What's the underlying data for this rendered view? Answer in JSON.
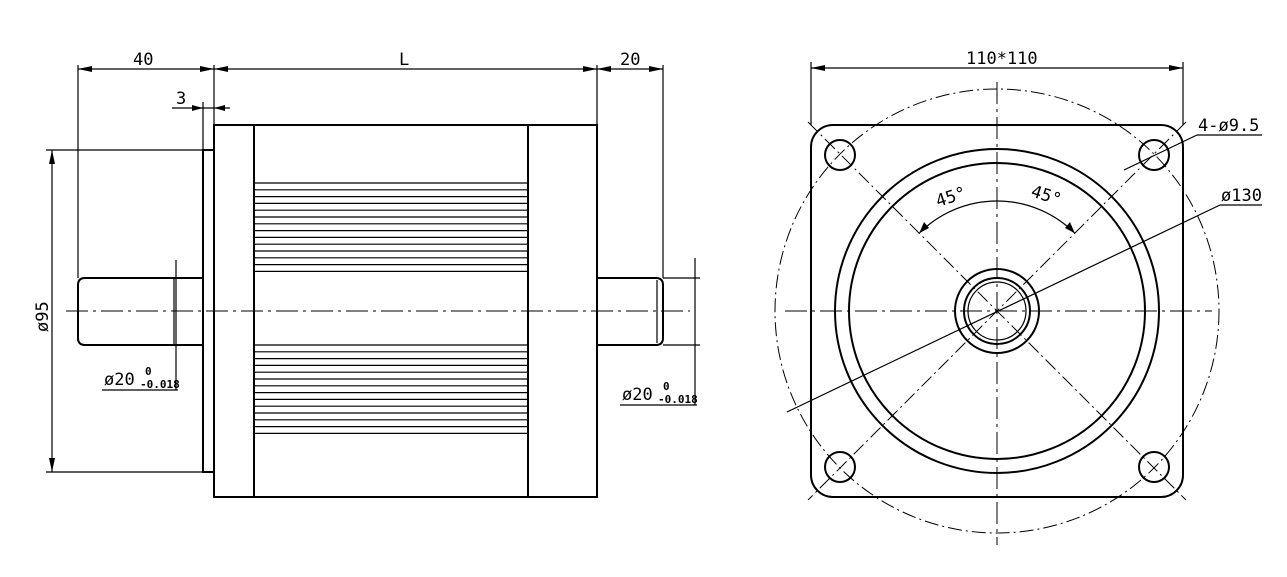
{
  "side_view": {
    "dim_shaft_left": "40",
    "dim_body": "L",
    "dim_shaft_right": "20",
    "dim_flange": "3",
    "dim_diameter": "ø95",
    "shaft_left_dia": "ø20",
    "shaft_left_tol_upper": "0",
    "shaft_left_tol_lower": "-0.018",
    "shaft_right_dia": "ø20",
    "shaft_right_tol_upper": "0",
    "shaft_right_tol_lower": "-0.018"
  },
  "front_view": {
    "dim_square": "110*110",
    "dim_holes": "4-ø9.5",
    "dim_pcd": "ø130",
    "angle_left": "45°",
    "angle_right": "45°"
  }
}
